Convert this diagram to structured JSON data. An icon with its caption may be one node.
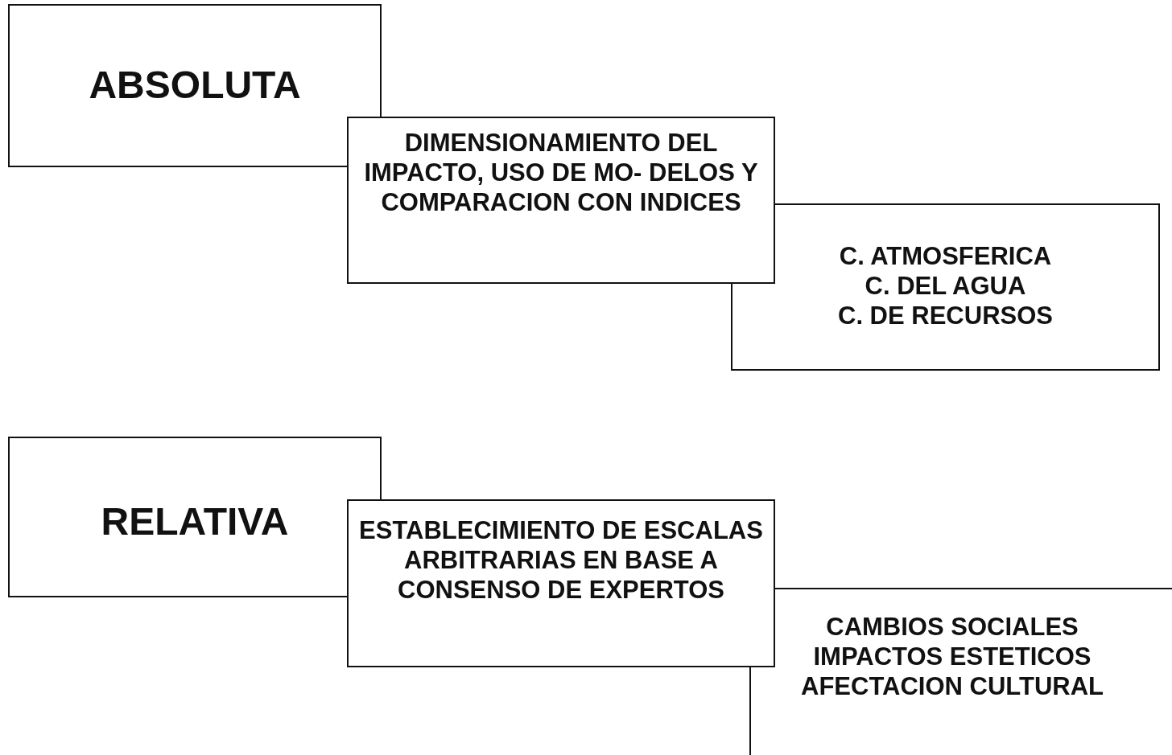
{
  "diagram": {
    "nodes": [
      {
        "text": [
          "ABSOLUTA"
        ]
      },
      {
        "text": [
          "DIMENSIONAMIENTO DEL IMPACTO, USO DE MO- DELOS Y COMPARACION CON INDICES"
        ]
      },
      {
        "text": [
          "C. ATMOSFERICA",
          "C. DEL AGUA",
          "C. DE RECURSOS"
        ]
      },
      {
        "text": [
          "RELATIVA"
        ]
      },
      {
        "text": [
          "ESTABLECIMIENTO DE ESCALAS ARBITRARIAS EN BASE A CONSENSO DE EXPERTOS"
        ]
      },
      {
        "text": [
          "CAMBIOS SOCIALES",
          "IMPACTOS ESTETICOS",
          "AFECTACION CULTURAL"
        ]
      }
    ]
  }
}
